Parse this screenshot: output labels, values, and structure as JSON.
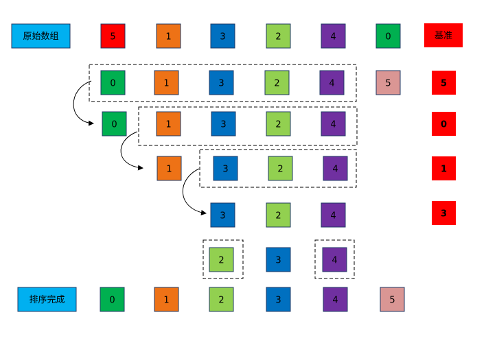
{
  "labels": {
    "original": "原始数组",
    "pivot": "基准",
    "done": "排序完成"
  },
  "colors": {
    "red": "#FF0000",
    "orange": "#EE7216",
    "blue": "#0070C0",
    "lightgreen": "#92D050",
    "purple": "#7030A0",
    "green": "#00B050",
    "pink": "#DA9694",
    "cyan": "#00B0F0",
    "outline": "#1F3864"
  },
  "rows": [
    {
      "id": "original",
      "cells": [
        {
          "value": "5",
          "color": "red"
        },
        {
          "value": "1",
          "color": "orange"
        },
        {
          "value": "3",
          "color": "blue"
        },
        {
          "value": "2",
          "color": "lightgreen"
        },
        {
          "value": "4",
          "color": "purple"
        },
        {
          "value": "0",
          "color": "green"
        }
      ],
      "pivot": "基准"
    },
    {
      "id": "pass-1",
      "cells": [
        {
          "value": "0",
          "color": "green"
        },
        {
          "value": "1",
          "color": "orange"
        },
        {
          "value": "3",
          "color": "blue"
        },
        {
          "value": "2",
          "color": "lightgreen"
        },
        {
          "value": "4",
          "color": "purple"
        },
        {
          "value": "5",
          "color": "pink"
        }
      ],
      "pivot": "5"
    },
    {
      "id": "pass-2",
      "cells": [
        {
          "value": "0",
          "color": "green"
        },
        {
          "value": "1",
          "color": "orange"
        },
        {
          "value": "3",
          "color": "blue"
        },
        {
          "value": "2",
          "color": "lightgreen"
        },
        {
          "value": "4",
          "color": "purple"
        }
      ],
      "pivot": "0"
    },
    {
      "id": "pass-3",
      "cells": [
        {
          "value": "1",
          "color": "orange"
        },
        {
          "value": "3",
          "color": "blue"
        },
        {
          "value": "2",
          "color": "lightgreen"
        },
        {
          "value": "4",
          "color": "purple"
        }
      ],
      "pivot": "1"
    },
    {
      "id": "pass-4",
      "cells": [
        {
          "value": "3",
          "color": "blue"
        },
        {
          "value": "2",
          "color": "lightgreen"
        },
        {
          "value": "4",
          "color": "purple"
        }
      ],
      "pivot": "3"
    },
    {
      "id": "pass-5",
      "cells": [
        {
          "value": "2",
          "color": "lightgreen"
        },
        {
          "value": "3",
          "color": "blue"
        },
        {
          "value": "4",
          "color": "purple"
        }
      ],
      "pivot": ""
    },
    {
      "id": "sorted",
      "cells": [
        {
          "value": "0",
          "color": "green"
        },
        {
          "value": "1",
          "color": "orange"
        },
        {
          "value": "2",
          "color": "lightgreen"
        },
        {
          "value": "3",
          "color": "blue"
        },
        {
          "value": "4",
          "color": "purple"
        },
        {
          "value": "5",
          "color": "pink"
        }
      ],
      "pivot": ""
    }
  ]
}
